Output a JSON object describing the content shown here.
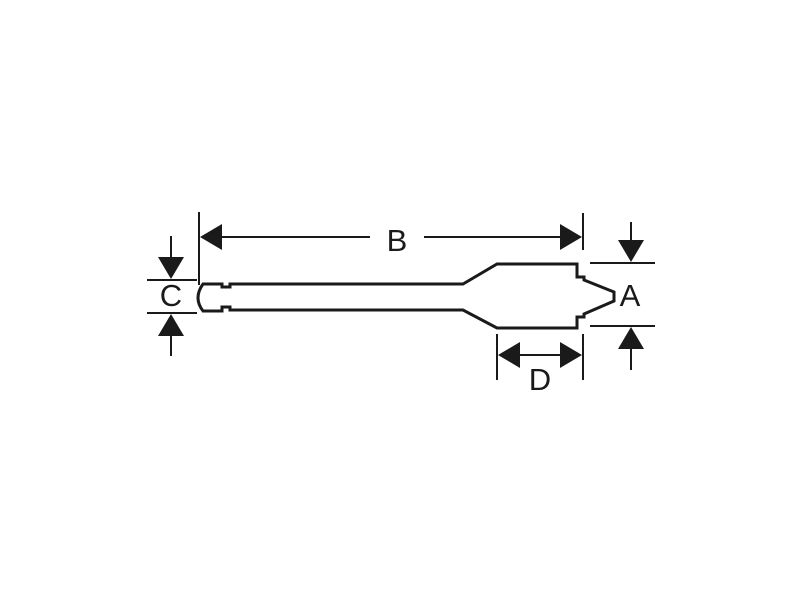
{
  "dimensions": {
    "a": "A",
    "b": "B",
    "c": "C",
    "d": "D"
  },
  "colors": {
    "outline": "#1a1a1a",
    "background": "#ffffff"
  }
}
